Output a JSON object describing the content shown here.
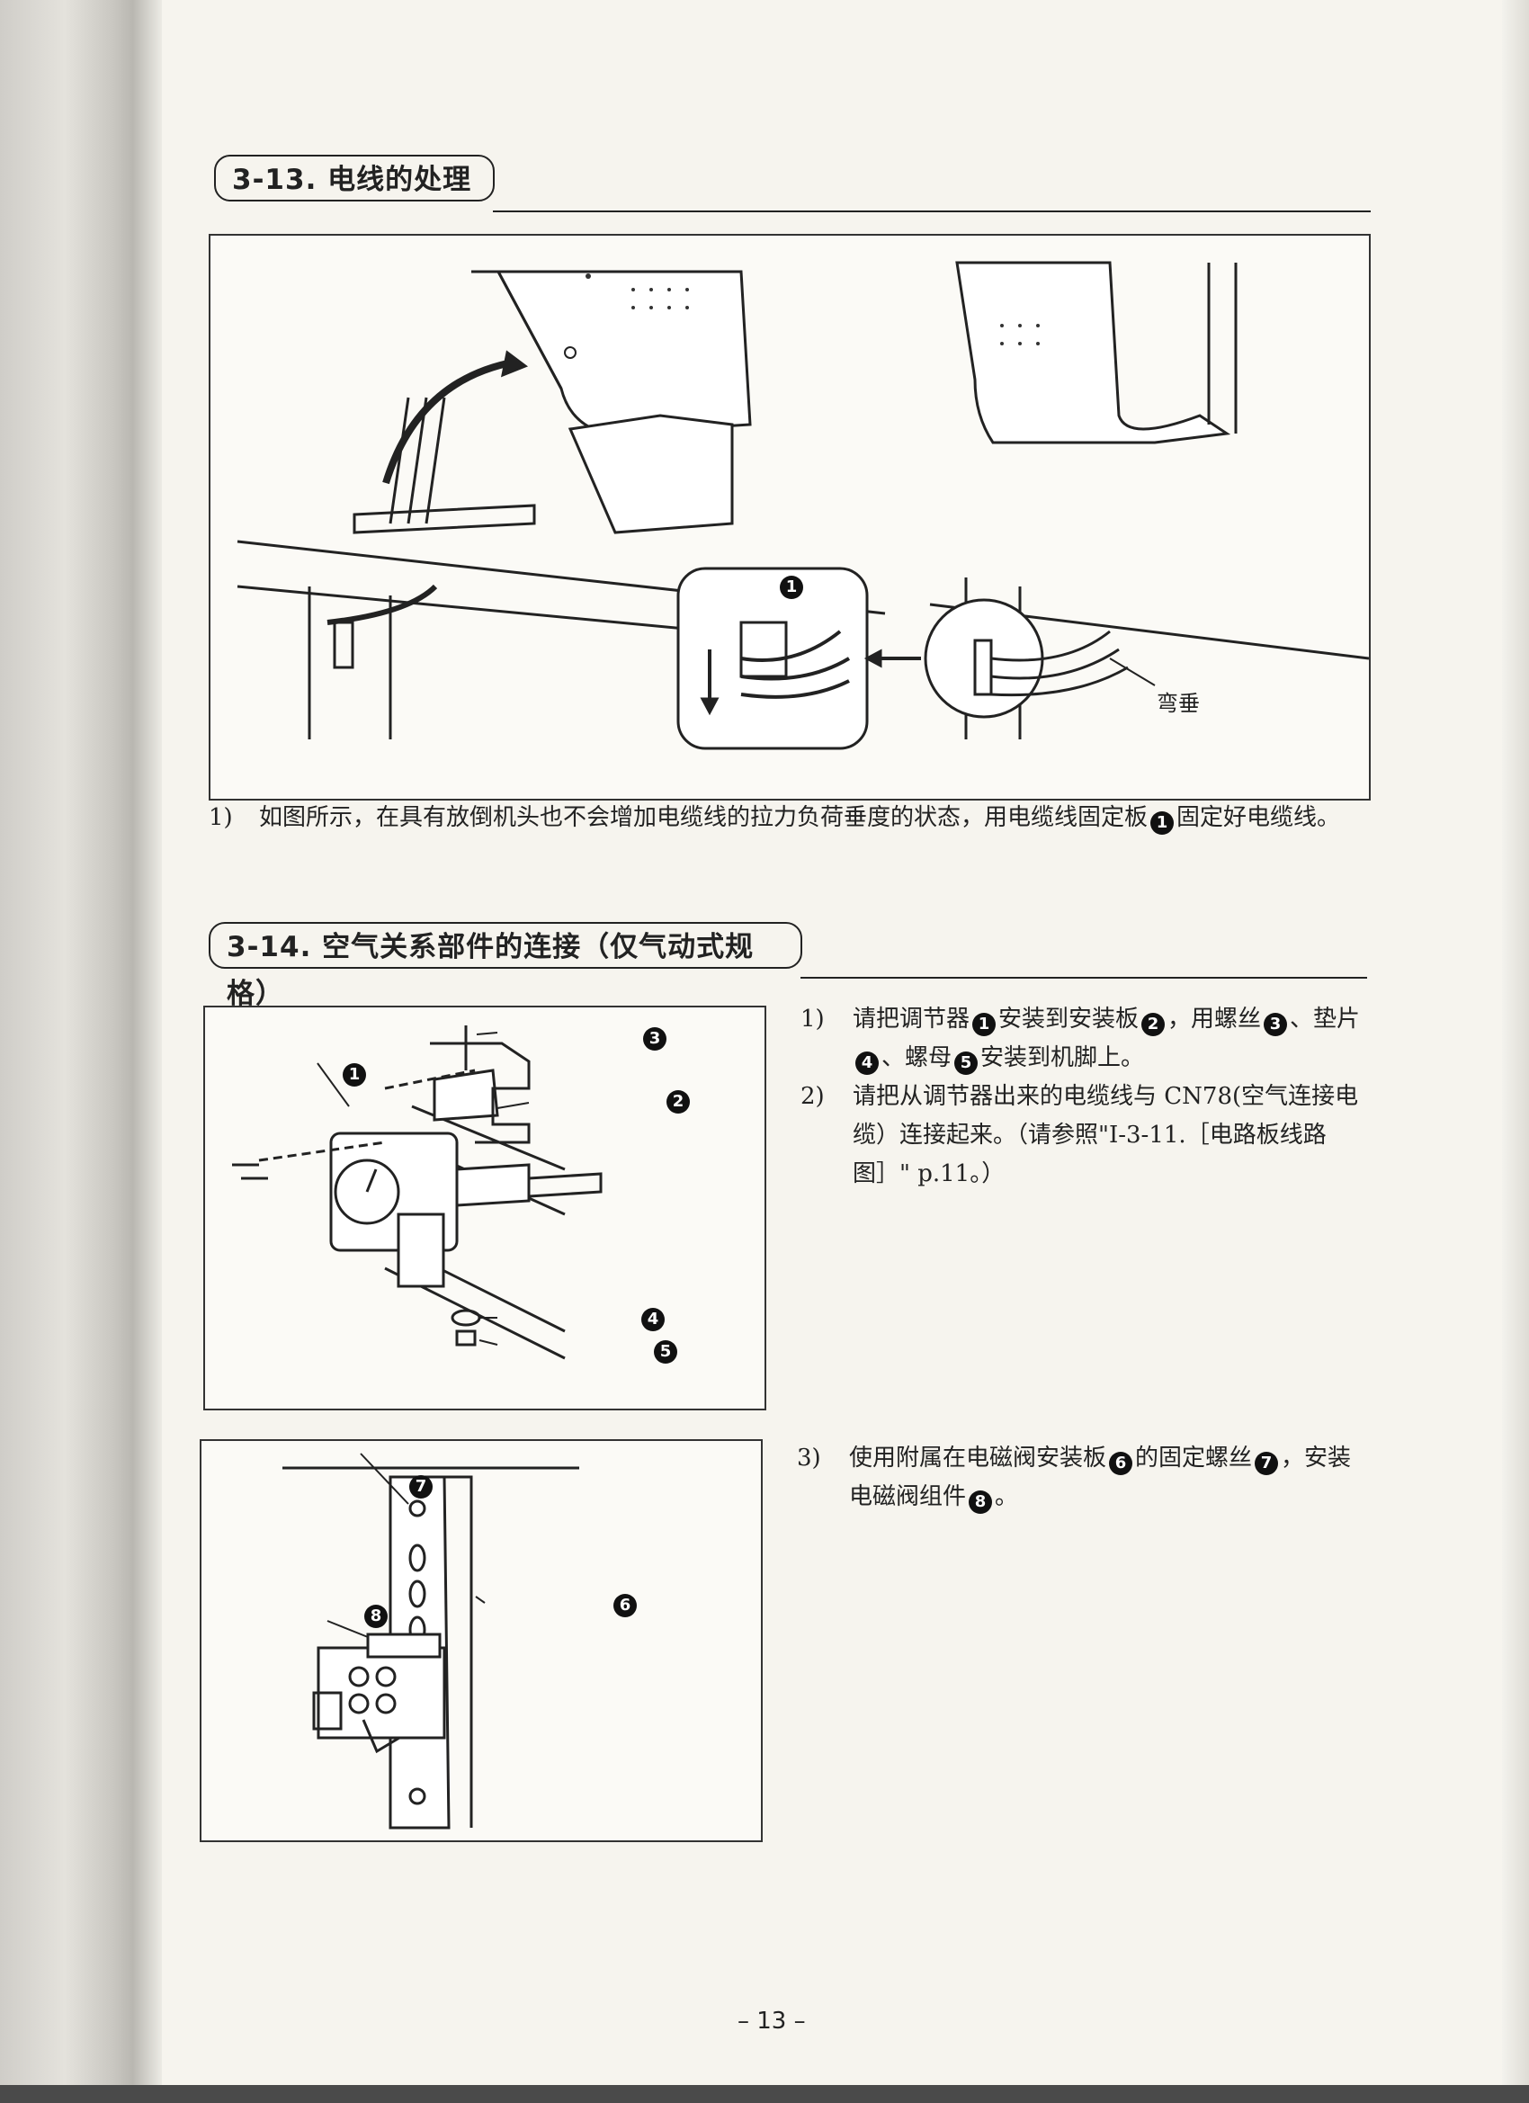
{
  "section_13": {
    "title": "3-13. 电线的处理",
    "figure_label_sag": "弯垂",
    "figure_callout": "1",
    "steps": [
      {
        "num": "1)",
        "segments": [
          {
            "t": "如图所示，在具有放倒机头也不会增加电缆线的拉力负荷垂度的状态，用电缆线固定板"
          },
          {
            "n": "1"
          },
          {
            "t": "固定好电缆线。"
          }
        ]
      }
    ]
  },
  "section_14": {
    "title": "3-14. 空气关系部件的连接（仅气动式规格）",
    "figure1_callouts": [
      "1",
      "2",
      "3",
      "4",
      "5"
    ],
    "figure2_callouts": [
      "6",
      "7",
      "8"
    ],
    "steps": [
      {
        "num": "1)",
        "segments": [
          {
            "t": "请把调节器"
          },
          {
            "n": "1"
          },
          {
            "t": "安装到安装板"
          },
          {
            "n": "2"
          },
          {
            "t": "，用螺丝"
          },
          {
            "n": "3"
          },
          {
            "t": "、垫片"
          },
          {
            "n": "4"
          },
          {
            "t": "、螺母"
          },
          {
            "n": "5"
          },
          {
            "t": "安装到机脚上。"
          }
        ]
      },
      {
        "num": "2)",
        "segments": [
          {
            "t": "请把从调节器出来的电缆线与 CN78(空气连接电缆）连接起来。（请参照\"Ⅰ-3-11.［电路板线路图］\" p.11。）"
          }
        ]
      },
      {
        "num": "3)",
        "segments": [
          {
            "t": "使用附属在电磁阀安装板"
          },
          {
            "n": "6"
          },
          {
            "t": "的固定螺丝"
          },
          {
            "n": "7"
          },
          {
            "t": "，安装电磁阀组件"
          },
          {
            "n": "8"
          },
          {
            "t": "。"
          }
        ]
      }
    ]
  },
  "footer": {
    "page_number": "– 13 –"
  }
}
